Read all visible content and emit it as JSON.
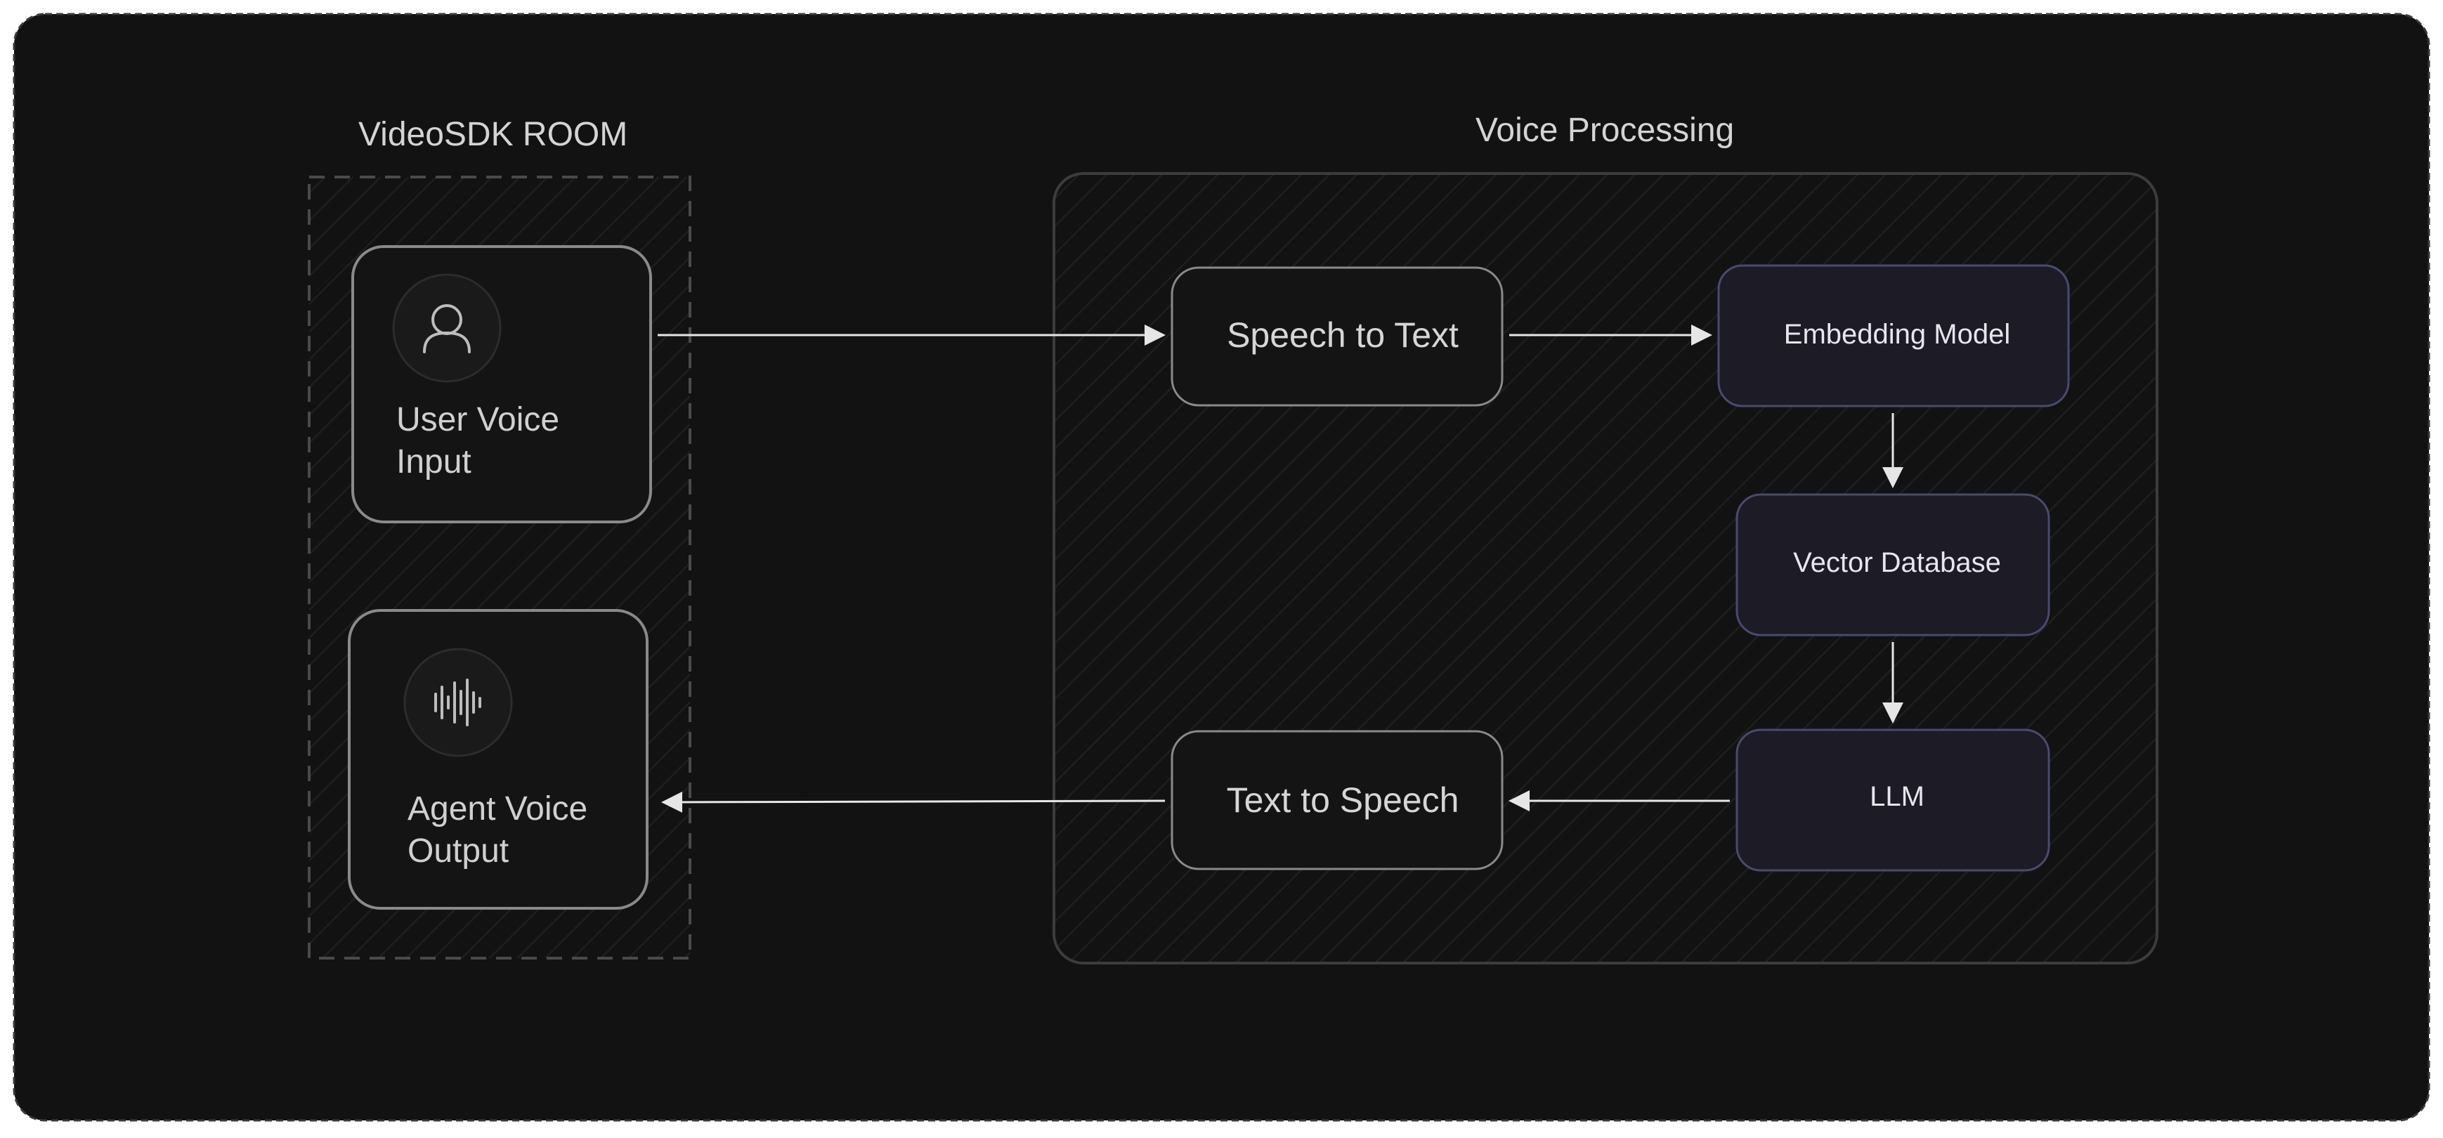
{
  "colors": {
    "background": "#121212",
    "outer_border": "#3a3a3a",
    "hatch": "#1e1e1e",
    "node_fill": "#141414",
    "node_border": "#8a8a8a",
    "ai_node_fill": "#1c1b26",
    "ai_node_border": "#4a4a6e",
    "arrow": "#e6e6e6",
    "group_border": "#3c3c3c"
  },
  "groups": {
    "room": {
      "title": "VideoSDK ROOM"
    },
    "processing": {
      "title": "Voice Processing"
    }
  },
  "nodes": {
    "user_input": {
      "label": "User Voice Input",
      "icon": "user-icon"
    },
    "agent_output": {
      "label": "Agent Voice Output",
      "icon": "waveform-icon"
    },
    "stt": {
      "label": "Speech to Text"
    },
    "embedding": {
      "label": "Embedding Model"
    },
    "vector_db": {
      "label": "Vector Database"
    },
    "llm": {
      "label": "LLM"
    },
    "tts": {
      "label": "Text to Speech"
    }
  },
  "edges": [
    {
      "from": "User Voice Input",
      "to": "Speech to Text"
    },
    {
      "from": "Speech to Text",
      "to": "Embedding Model"
    },
    {
      "from": "Embedding Model",
      "to": "Vector Database"
    },
    {
      "from": "Vector Database",
      "to": "LLM"
    },
    {
      "from": "LLM",
      "to": "Text to Speech"
    },
    {
      "from": "Text to Speech",
      "to": "Agent Voice Output"
    }
  ]
}
